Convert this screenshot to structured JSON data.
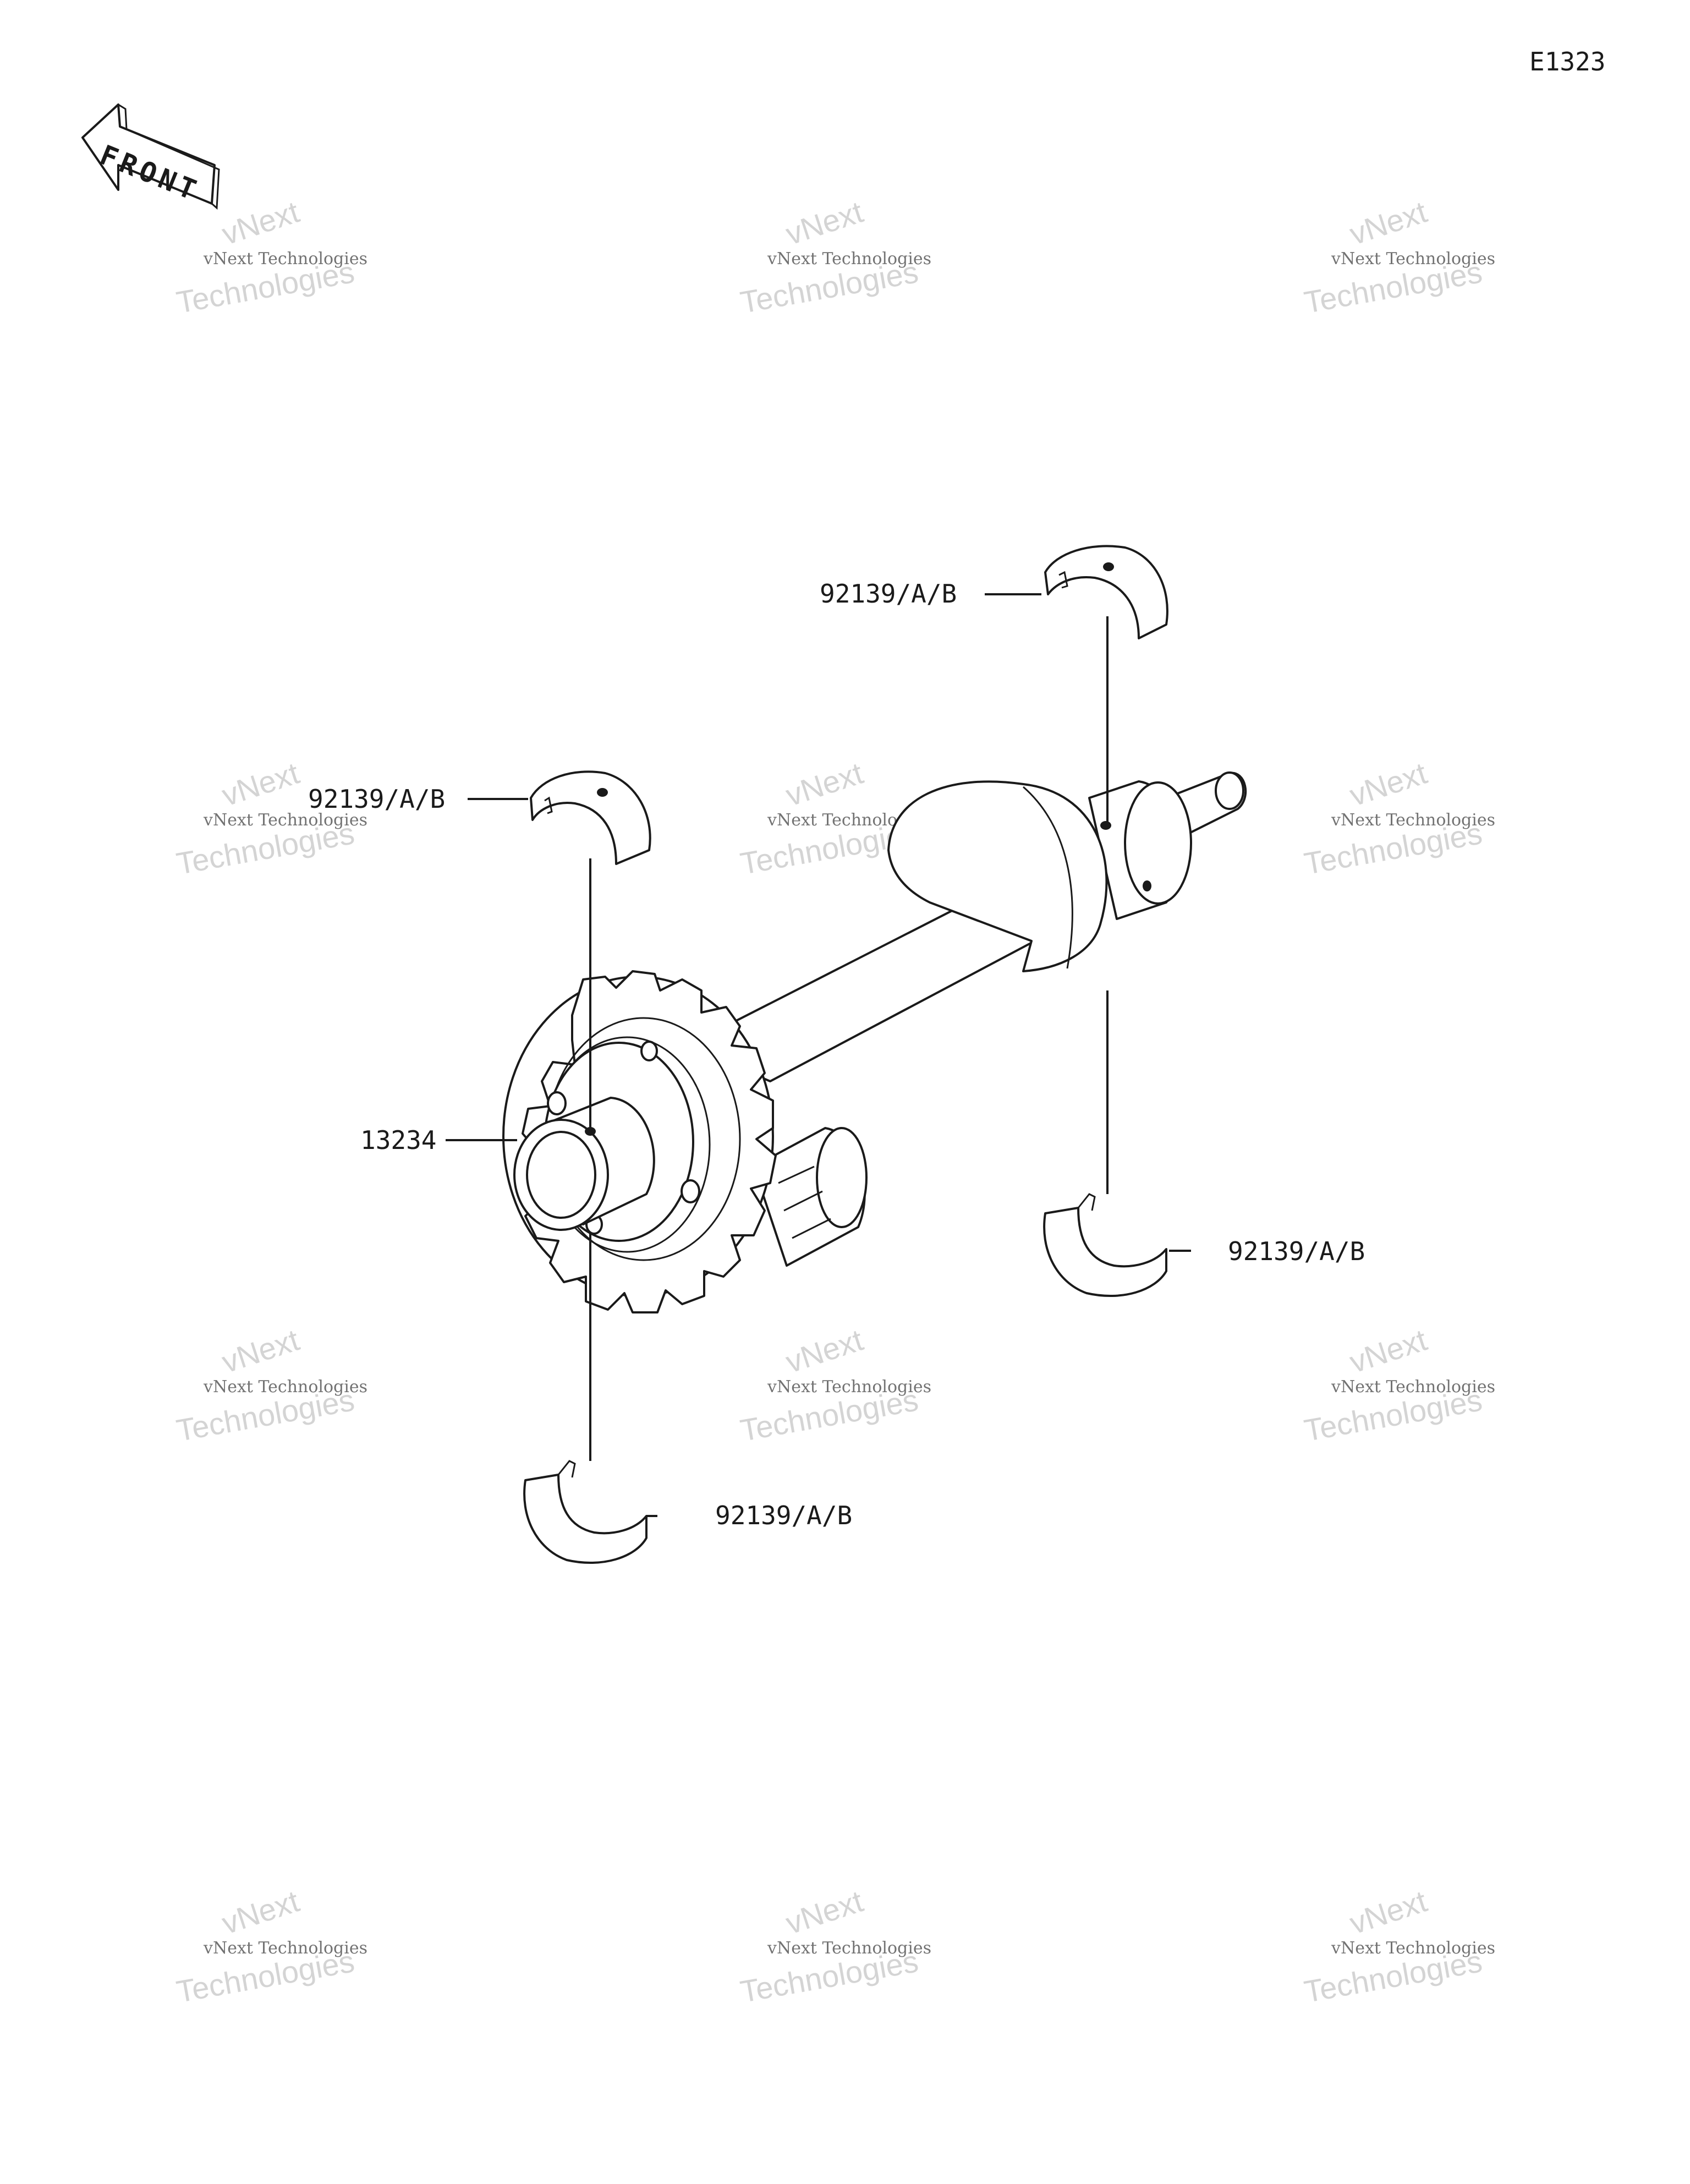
{
  "diagram_code": "E1323",
  "front_arrow": {
    "label": "FRONT",
    "icon": "front-arrow-icon"
  },
  "callouts": {
    "bearing_top_right": "92139/A/B",
    "bearing_top_left": "92139/A/B",
    "gear": "13234",
    "bearing_bottom_right": "92139/A/B",
    "bearing_bottom_left": "92139/A/B"
  },
  "watermark": {
    "line1": "vNext Technologies",
    "line2": "vNext",
    "line3": "Technologies"
  }
}
